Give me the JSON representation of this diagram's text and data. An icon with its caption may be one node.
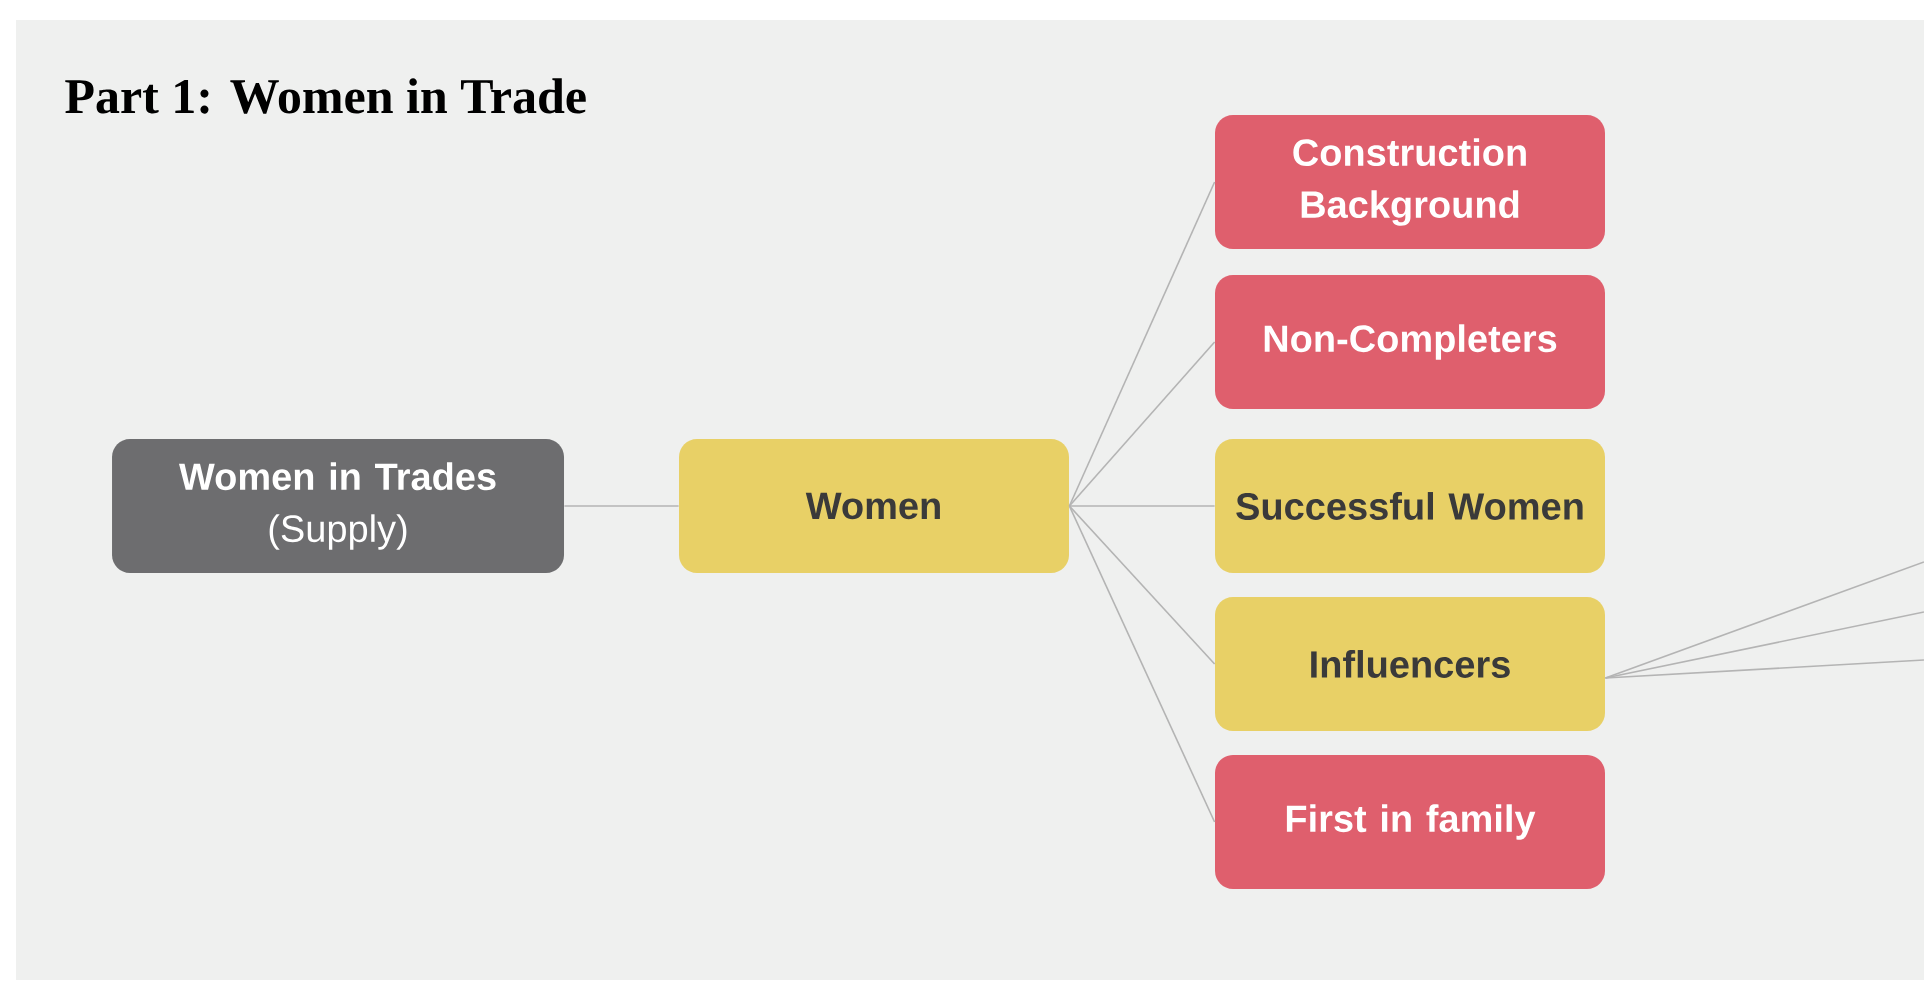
{
  "diagram": {
    "title": "Part 1: Women in Trade",
    "nodes": [
      {
        "text": [
          "Women in Trades",
          "(Supply)"
        ]
      },
      {
        "text": [
          "Women"
        ]
      },
      {
        "text": [
          "Construction Background"
        ]
      },
      {
        "text": [
          "Non-Completers"
        ]
      },
      {
        "text": [
          "Successful Women"
        ]
      },
      {
        "text": [
          "Influencers"
        ]
      },
      {
        "text": [
          "First in family"
        ]
      }
    ],
    "edges": [
      {
        "from": 0,
        "to": 1,
        "arrow": "none"
      },
      {
        "from": 1,
        "to": 2,
        "arrow": "none"
      },
      {
        "from": 1,
        "to": 3,
        "arrow": "none"
      },
      {
        "from": 1,
        "to": 4,
        "arrow": "none"
      },
      {
        "from": 1,
        "to": 5,
        "arrow": "none"
      },
      {
        "from": 1,
        "to": 6,
        "arrow": "none"
      },
      {
        "from": 5,
        "to": null,
        "arrow": "none"
      },
      {
        "from": 5,
        "to": null,
        "arrow": "none"
      },
      {
        "from": 5,
        "to": null,
        "arrow": "none"
      }
    ]
  }
}
